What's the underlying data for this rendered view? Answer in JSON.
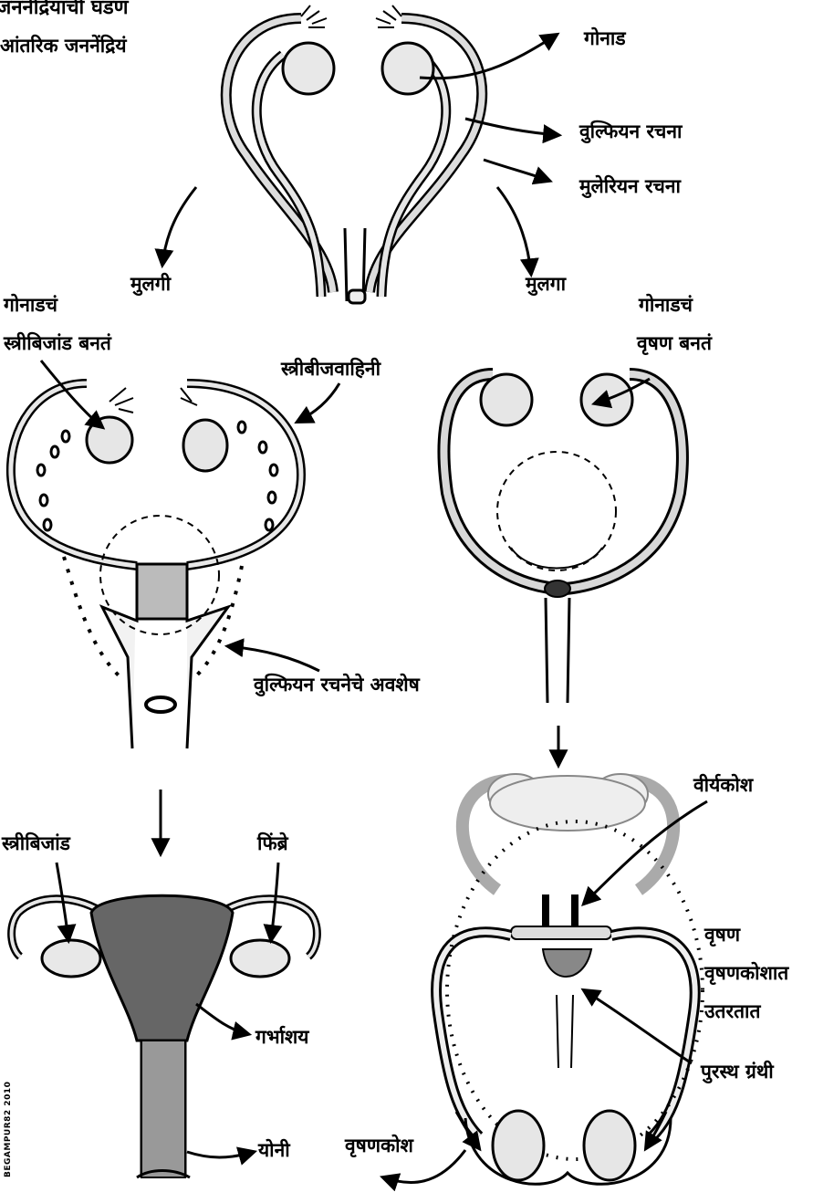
{
  "title": "जननेंद्रियांची घडण",
  "subtitle": "आंतरिक जननेंद्रियं",
  "top_diagram": {
    "gonad": "गोनाड",
    "wolffian": "वुल्फियन रचना",
    "mullerian": "मुलेरियन रचना"
  },
  "branches": {
    "girl": "मुलगी",
    "boy": "मुलगा"
  },
  "female_stage1": {
    "gonad_heading": "गोनाडचं",
    "ovary_forms": "स्त्रीबिजांड बनतं",
    "fallopian_tube": "स्त्रीबीजवाहिनी",
    "wolffian_remnants": "वुल्फियन रचनेचे अवशेष"
  },
  "male_stage1": {
    "gonad_heading": "गोनाडचं",
    "testis_forms": "वृषण बनतं"
  },
  "female_stage2": {
    "ovary": "स्त्रीबिजांड",
    "fimbriae": "फिंब्रे",
    "uterus": "गर्भाशय",
    "vagina": "योनी"
  },
  "male_stage2": {
    "seminal_vesicle": "वीर्यकोश",
    "testes_descend_line1": "वृषण",
    "testes_descend_line2": "वृषणकोशात",
    "testes_descend_line3": "उतरतात",
    "prostate": "पुरस्थ ग्रंथी",
    "scrotum": "वृषणकोश"
  },
  "watermark": "BEGAMPUR82 2010"
}
